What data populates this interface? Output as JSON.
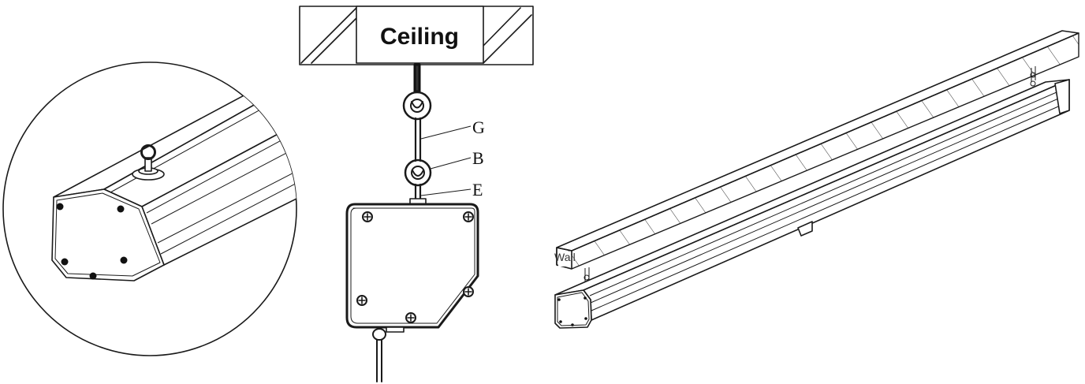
{
  "labels": {
    "ceiling": "Ceiling",
    "part_g": "G",
    "part_b": "B",
    "part_e": "E",
    "wall": "Wall"
  },
  "colors": {
    "line": "#1a1a1a",
    "background": "#ffffff",
    "hatch": "#333333"
  }
}
